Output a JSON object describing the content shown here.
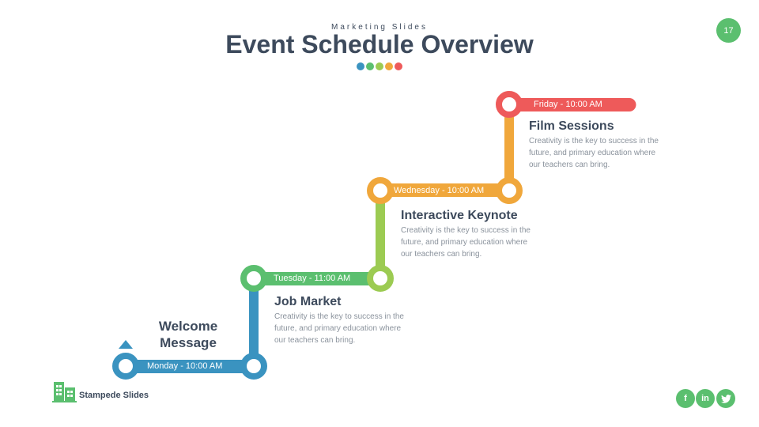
{
  "header": {
    "subtitle": "Marketing Slides",
    "title": "Event Schedule Overview",
    "dot_colors": [
      "#3a93c0",
      "#5bbf6f",
      "#9ccb52",
      "#f0a73b",
      "#ee5a5a"
    ]
  },
  "page_number": "17",
  "colors": {
    "blue": "#3a93c0",
    "green": "#5bbf6f",
    "lime": "#9ccb52",
    "orange": "#f0a73b",
    "red": "#ee5a5a",
    "text": "#3d4a5c",
    "muted": "#8a929c"
  },
  "intro": {
    "line1": "Welcome",
    "line2": "Message"
  },
  "events": [
    {
      "date": "Monday -  10:00 AM",
      "title": "",
      "desc": ""
    },
    {
      "date": "Tuesday -  11:00 AM",
      "title": "Job Market",
      "desc": "Creativity is the key to success in the future, and primary education where our teachers can bring."
    },
    {
      "date": "Wednesday -  10:00 AM",
      "title": "Interactive Keynote",
      "desc": "Creativity is the key to success in the future, and primary education where our teachers can bring."
    },
    {
      "date": "Friday -  10:00 AM",
      "title": "Film Sessions",
      "desc": "Creativity is the key to success in the future, and primary education where our teachers can bring."
    }
  ],
  "footer": {
    "brand": "Stampede Slides",
    "social": [
      "facebook-icon",
      "linkedin-icon",
      "twitter-icon"
    ]
  }
}
